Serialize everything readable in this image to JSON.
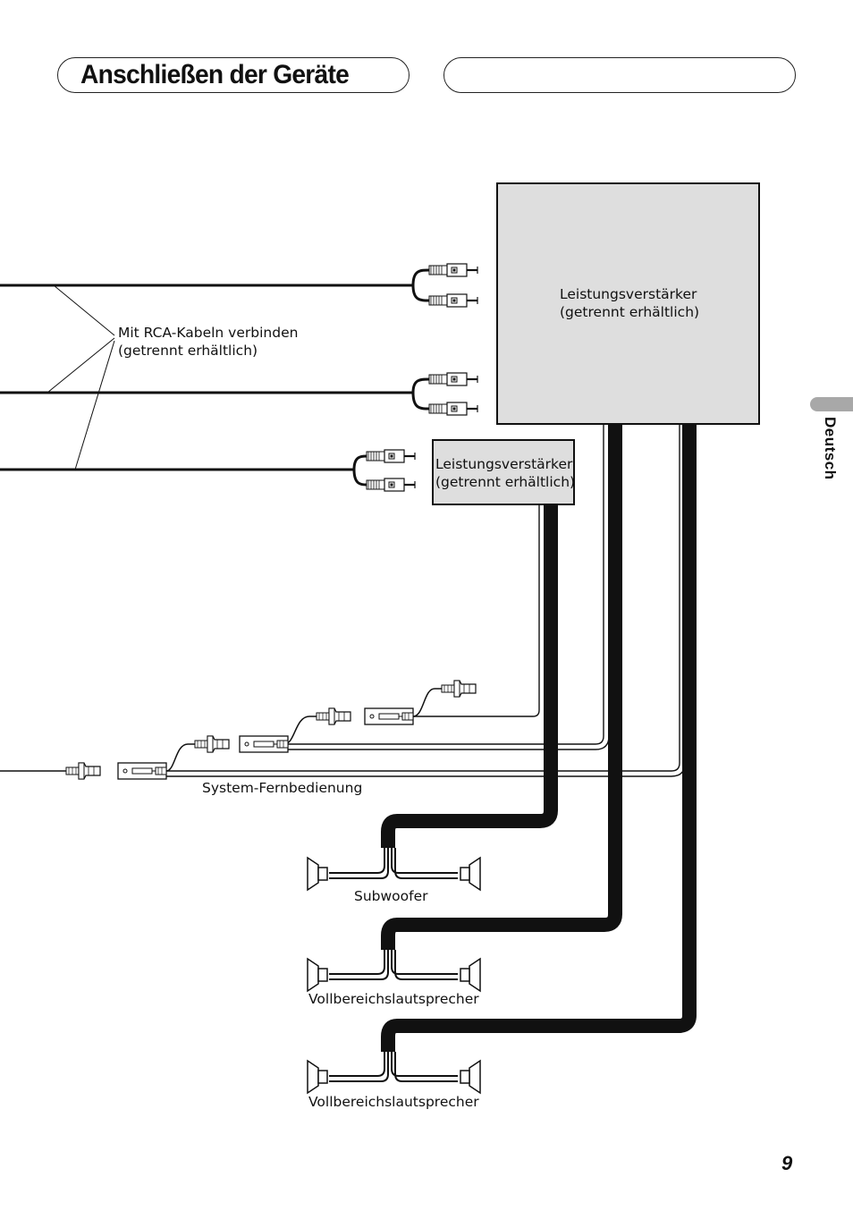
{
  "header": {
    "title": "Anschließen der Geräte",
    "right_pill_text": ""
  },
  "side_tab": {
    "label": "Deutsch"
  },
  "page_number": "9",
  "amplifier_large": {
    "line1": "Leistungsverstärker",
    "line2": "(getrennt erhältlich)"
  },
  "amplifier_small": {
    "line1": "Leistungsverstärker",
    "line2": "(getrennt erhältlich)"
  },
  "rca_note": {
    "line1": "Mit RCA-Kabeln verbinden",
    "line2": "(getrennt erhältlich)"
  },
  "remote_label": "System-Fernbedienung",
  "speakers": [
    {
      "label": "Subwoofer"
    },
    {
      "label": "Vollbereichslautsprecher"
    },
    {
      "label": "Vollbereichslautsprecher"
    }
  ],
  "colors": {
    "box_fill": "#dedede",
    "side_tab": "#a8a8a8",
    "line": "#111111"
  }
}
